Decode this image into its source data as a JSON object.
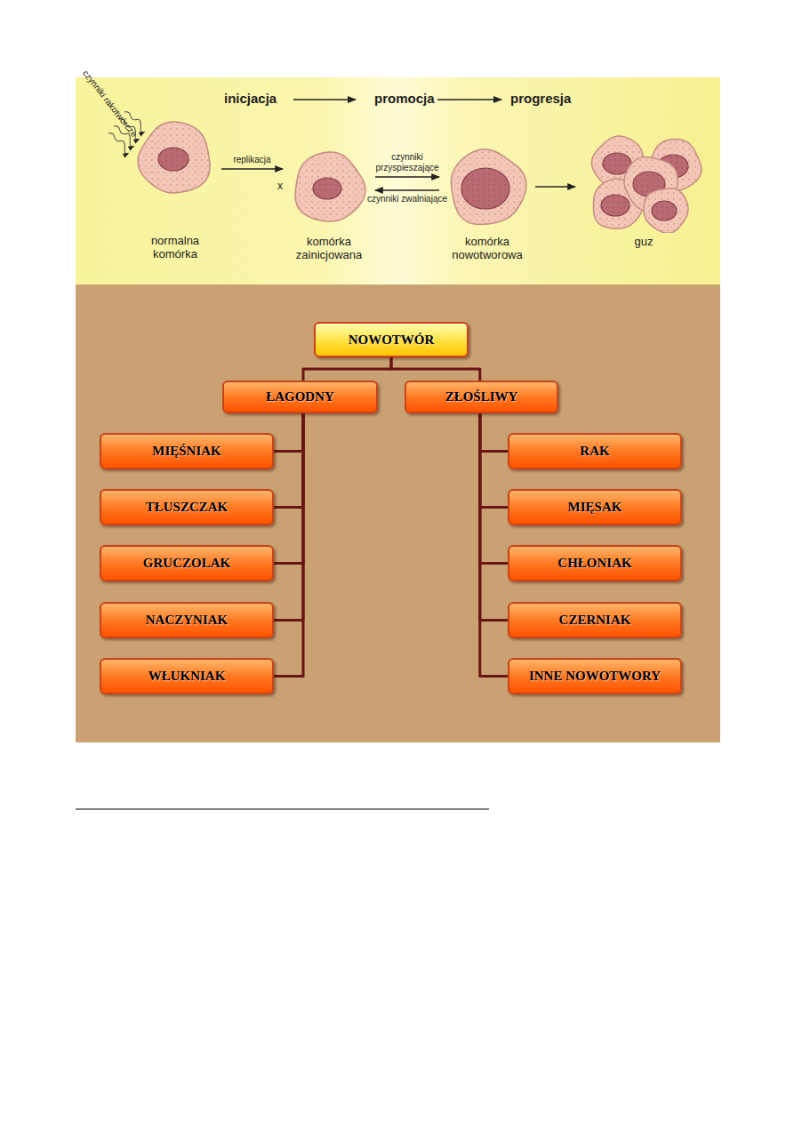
{
  "diagram": {
    "nodes": [
      {
        "text": [
          "normalna komórka"
        ]
      },
      {
        "text": [
          "komórka zainicjowana"
        ]
      },
      {
        "text": [
          "komórka nowotworowa"
        ]
      },
      {
        "text": [
          "guz"
        ]
      },
      {
        "text": [
          "NOWOTWÓR"
        ]
      },
      {
        "text": [
          "ŁAGODNY"
        ]
      },
      {
        "text": [
          "ZŁOŚLIWY"
        ]
      },
      {
        "text": [
          "MIĘŚNIAK"
        ]
      },
      {
        "text": [
          "TŁUSZCZAK"
        ]
      },
      {
        "text": [
          "GRUCZOLAK"
        ]
      },
      {
        "text": [
          "NACZYNIAK"
        ]
      },
      {
        "text": [
          "WŁUKNIAK"
        ]
      },
      {
        "text": [
          "RAK"
        ]
      },
      {
        "text": [
          "MIĘSAK"
        ]
      },
      {
        "text": [
          "CHŁONIAK"
        ]
      },
      {
        "text": [
          "CZERNIAK"
        ]
      },
      {
        "text": [
          "INNE NOWOTWORY"
        ]
      }
    ],
    "edges": [
      {
        "from": 0,
        "to": 1,
        "label": "replikacja",
        "arrow": "to"
      },
      {
        "from": 1,
        "to": 2,
        "label": "czynniki przyspieszające",
        "arrow": "to"
      },
      {
        "from": 2,
        "to": 1,
        "label": "czynniki zwalniające",
        "arrow": "to"
      },
      {
        "from": 2,
        "to": 3,
        "arrow": "to"
      },
      {
        "from": 4,
        "to": 5,
        "arrow": "none"
      },
      {
        "from": 4,
        "to": 6,
        "arrow": "none"
      },
      {
        "from": 5,
        "to": 7,
        "arrow": "none"
      },
      {
        "from": 5,
        "to": 8,
        "arrow": "none"
      },
      {
        "from": 5,
        "to": 9,
        "arrow": "none"
      },
      {
        "from": 5,
        "to": 10,
        "arrow": "none"
      },
      {
        "from": 5,
        "to": 11,
        "arrow": "none"
      },
      {
        "from": 6,
        "to": 12,
        "arrow": "none"
      },
      {
        "from": 6,
        "to": 13,
        "arrow": "none"
      },
      {
        "from": 6,
        "to": 14,
        "arrow": "none"
      },
      {
        "from": 6,
        "to": 15,
        "arrow": "none"
      },
      {
        "from": 6,
        "to": 16,
        "arrow": "none"
      }
    ],
    "labels": [
      "czynniki rakotwórcze",
      "inicjacja",
      "promocja",
      "progresja",
      "x"
    ]
  }
}
